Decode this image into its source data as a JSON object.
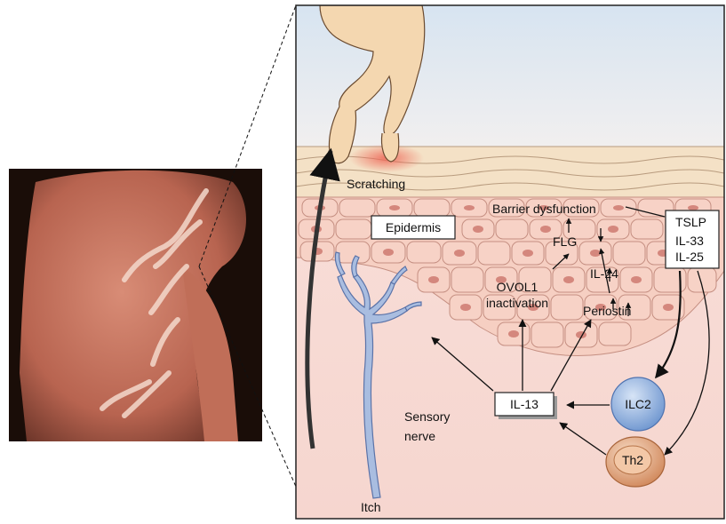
{
  "labels": {
    "scratching": "Scratching",
    "epidermis": "Epidermis",
    "barrier": "Barrier dysfunction",
    "flg": "FLG",
    "il24": "IL-24",
    "ovol1_line1": "OVOL1",
    "ovol1_line2": "inactivation",
    "periostin": "Periostin",
    "tslp": "TSLP",
    "il33": "IL-33",
    "il25": "IL-25",
    "il13": "IL-13",
    "ilc2": "ILC2",
    "th2": "Th2",
    "sensory_line1": "Sensory",
    "sensory_line2": "nerve",
    "itch": "Itch"
  },
  "colors": {
    "sky": "#e6eef6",
    "dermis": "#f8dcd7",
    "stratum_corneum": "#f6e4cf",
    "keratinocyte": "#f4c8bb",
    "nucleus": "#d98d84",
    "nerve": "#9db3d9",
    "ilc2": "#8fb0de",
    "th2": "#e5ad86",
    "skin_photo": "#c9735f"
  }
}
